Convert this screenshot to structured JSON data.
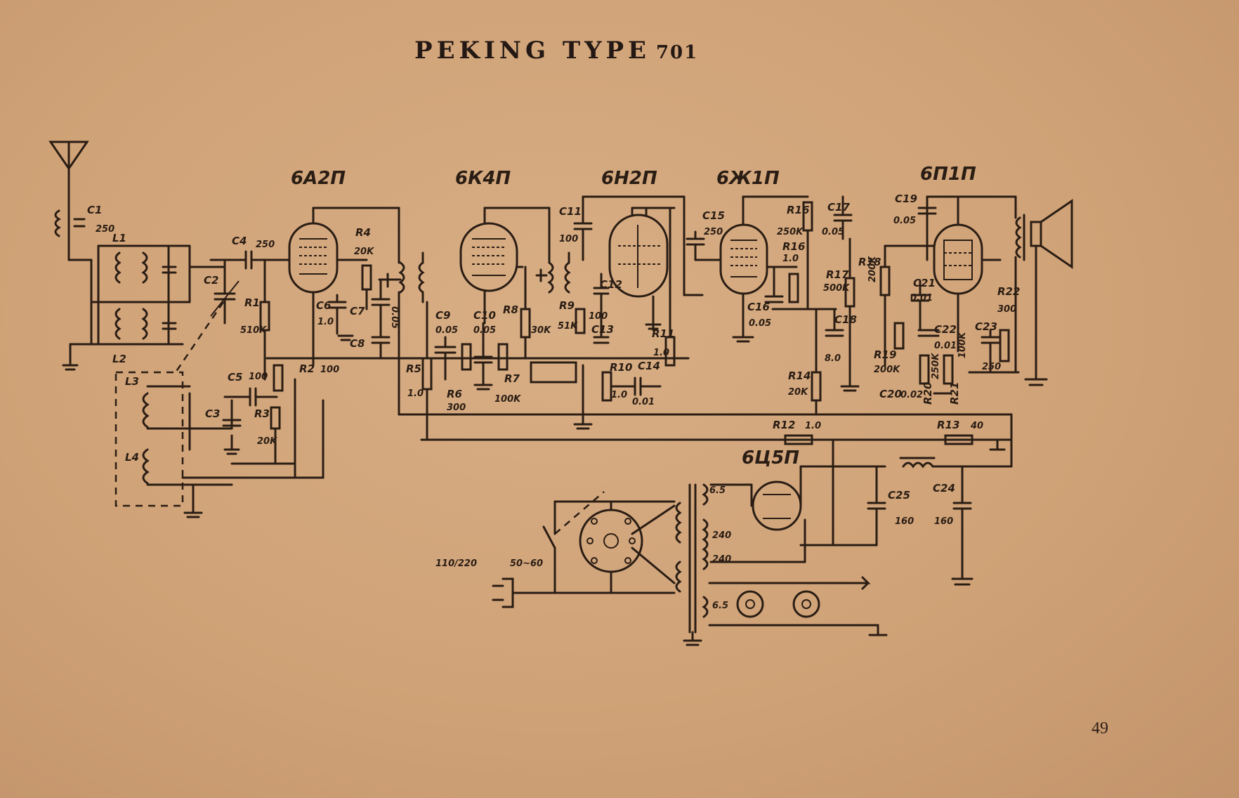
{
  "title": {
    "main": "PEKING TYPE",
    "model": "701"
  },
  "page_number": "49",
  "tubes": {
    "t1": "6А2П",
    "t2": "6К4П",
    "t3": "6Н2П",
    "t4": "6Ж1П",
    "t5": "6П1П",
    "rect": "6Ц5П"
  },
  "labels": {
    "c1": "C1",
    "c1v": "250",
    "l1": "L1",
    "l2": "L2",
    "l3": "L3",
    "l4": "L4",
    "c2": "C2",
    "c3": "C3",
    "c4": "C4",
    "c4v": "250",
    "c5": "C5",
    "c5v": "100",
    "r1": "R1",
    "r1v": "510K",
    "r2": "R2",
    "r2v": "100",
    "r3": "R3",
    "r3v": "20K",
    "r4": "R4",
    "r4v": "20K",
    "c6": "C6",
    "c6v": "1.0",
    "c7": "C7",
    "c8": "C8",
    "c78v": "0.05",
    "r5": "R5",
    "r5v": "1.0",
    "c9": "C9",
    "c9v": "0.05",
    "c10": "C10",
    "c10v": "0.05",
    "r6": "R6",
    "r6v": "300",
    "r7": "R7",
    "r7v": "100K",
    "r8": "R8",
    "r8v": "30K",
    "c11": "C11",
    "c11v": "100",
    "c12": "C12",
    "r9": "R9",
    "r9v": "51K",
    "c13": "C13",
    "c13v": "100",
    "r10": "R10",
    "r10v": "1.0",
    "c14": "C14",
    "c14v": "0.01",
    "r11": "R11",
    "r11v": "1.0",
    "c15": "C15",
    "c15v": "250",
    "r16": "R16",
    "r16v": "250K",
    "r16b": "R16",
    "r16bv": "1.0",
    "c16": "C16",
    "c16v": "0.05",
    "c17": "C17",
    "c17v": "0.05",
    "r17": "R17",
    "r17v": "500K",
    "c18": "C18",
    "c18v": "8.0",
    "r14": "R14",
    "r14v": "20K",
    "r18": "R18",
    "r18v": "200K",
    "c19": "C19",
    "c19v": "0.05",
    "c21": "C21",
    "c21v": "0.01",
    "c22": "C22",
    "c22v": "0.01",
    "r19": "R19",
    "r19v": "200K",
    "c20": "C20",
    "c20v": "0.02",
    "r20": "R20",
    "r20v": "250K",
    "r21": "R21",
    "r21v": "100K",
    "c23": "C23",
    "c23v": "250",
    "r22": "R22",
    "r22v": "300",
    "r12": "R12",
    "r12v": "1.0",
    "r13": "R13",
    "r13v": "40",
    "c25": "C25",
    "c25v": "160",
    "c24": "C24",
    "c24v": "160",
    "v65a": "6.5",
    "v240a": "240",
    "v240b": "240",
    "v65b": "6.5",
    "mains": "110/220",
    "freq": "50~60"
  }
}
